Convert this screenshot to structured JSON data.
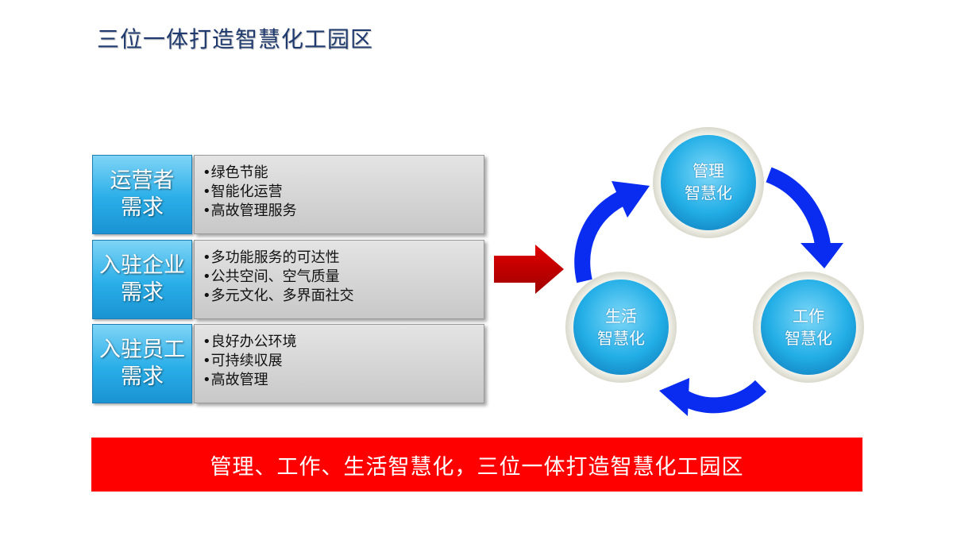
{
  "page": {
    "title": "三位一体打造智慧化工园区"
  },
  "requirements": [
    {
      "label_line1": "运营者",
      "label_line2": "需求",
      "items": [
        "•绿色节能",
        "•智能化运营",
        "•高故管理服务"
      ]
    },
    {
      "label_line1": "入驻企业",
      "label_line2": "需求",
      "items": [
        "•多功能服务的可达性",
        "•公共空间、空气质量",
        "•多元文化、多界面社交"
      ]
    },
    {
      "label_line1": "入驻员工",
      "label_line2": "需求",
      "items": [
        "•良好办公环境",
        "•可持续収展",
        "•高故管理"
      ]
    }
  ],
  "cycle": {
    "management": {
      "line1": "管理",
      "line2": "智慧化"
    },
    "work": {
      "line1": "工作",
      "line2": "智慧化"
    },
    "life": {
      "line1": "生活",
      "line2": "智慧化"
    }
  },
  "banner": {
    "text": "管理、工作、生活智慧化，三位一体打造智慧化工园区"
  },
  "colors": {
    "title": "#1f3a6e",
    "label_blue": "#29aee8",
    "arrow_red": "#c00000",
    "cycle_arrow_blue": "#0a2cf0",
    "banner_red": "#ff0000"
  }
}
